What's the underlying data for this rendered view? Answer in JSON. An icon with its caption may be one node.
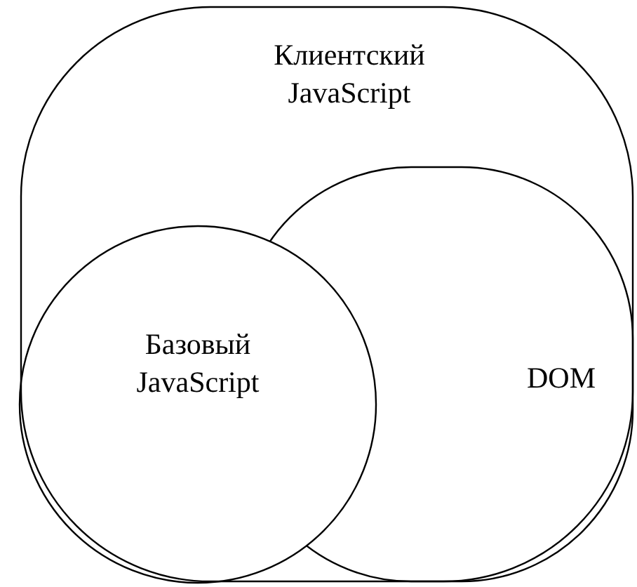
{
  "diagram": {
    "nodes": [
      {
        "text": [
          "Клиентский JavaScript"
        ]
      },
      {
        "text": [
          "Базовый JavaScript"
        ],
        "in": 0
      },
      {
        "text": [
          "DOM"
        ],
        "in": 0
      }
    ]
  }
}
